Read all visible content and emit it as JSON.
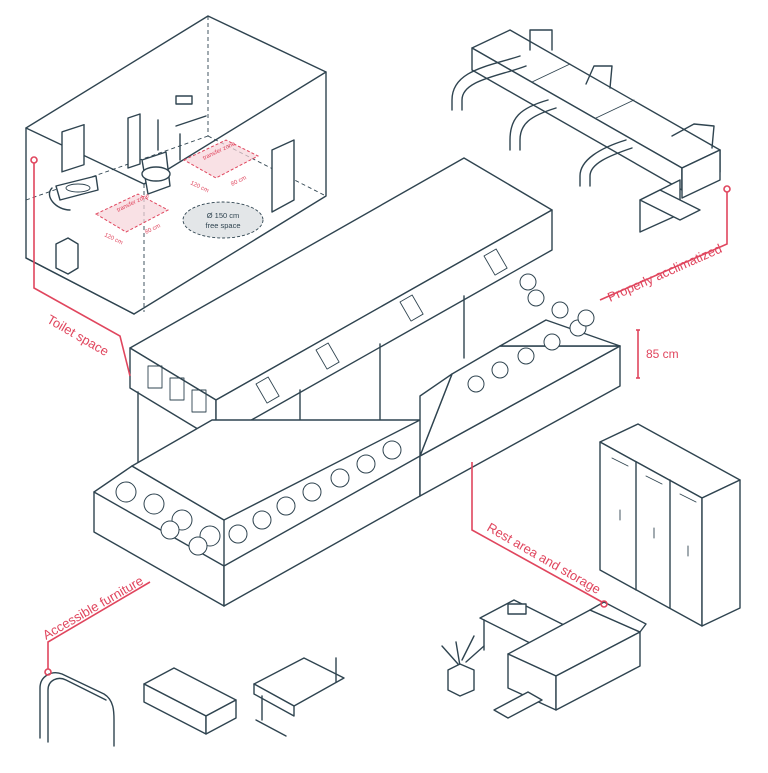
{
  "labels": {
    "toilet": "Toilet space",
    "acclimatized": "Properly acclimatized",
    "height": "85 cm",
    "rest": "Rest area and storage",
    "furniture": "Accessible furniture"
  },
  "toilet_details": {
    "free_space_line1": "Ø 150 cm",
    "free_space_line2": "free space",
    "transfer_zone_1": "transfer zone",
    "transfer_zone_2": "transfer zone",
    "dim_1": "80 cm",
    "dim_2": "80 cm",
    "dim_3": "120 cm",
    "dim_4": "120 cm"
  },
  "colors": {
    "line": "#2f4450",
    "accent": "#e0465e",
    "zone_fill": "#f6d4da",
    "circle_fill": "#e3e6e8"
  }
}
